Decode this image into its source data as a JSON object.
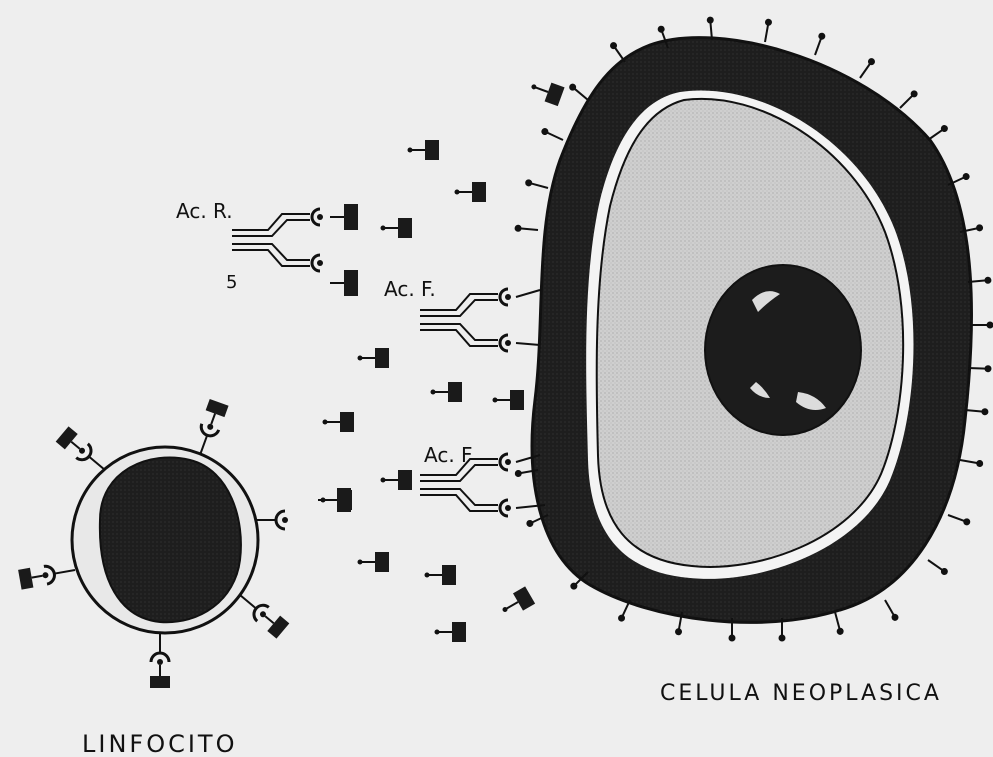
{
  "labels": {
    "lymphocyte": "LINFOCITO",
    "neoplastic_cell": "CELULA NEOPLASICA",
    "antibody_r": "Ac. R.",
    "antibody_f1": "Ac. F.",
    "antibody_f2": "Ac. F",
    "antibody_r_number": "5"
  },
  "colors": {
    "background": "#eeeeee",
    "ink": "#111111",
    "cell_membrane": "#1e1e1e",
    "cytoplasm": "#cfcfcf",
    "nucleus": "#1c1c1c",
    "nucleus_highlight": "#dcdcdc",
    "lymphocyte_cytoplasm": "#e8e8e8"
  }
}
